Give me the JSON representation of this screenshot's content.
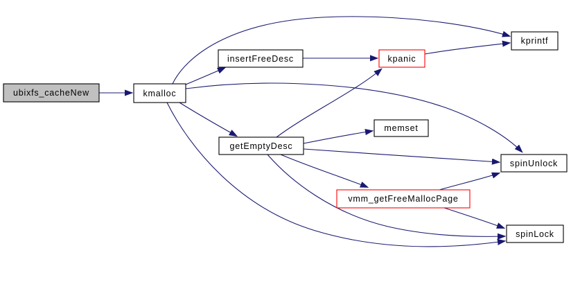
{
  "diagram": {
    "type": "call-graph",
    "colors": {
      "background": "#ffffff",
      "edge": "#191970",
      "node_border": "#000000",
      "node_fill": "#ffffff",
      "highlight_border": "#ff0000",
      "root_fill": "#c0c0c0",
      "text": "#000000"
    },
    "nodes": [
      {
        "id": "ubixfs_cacheNew",
        "label": "ubixfs_cacheNew",
        "role": "root"
      },
      {
        "id": "kmalloc",
        "label": "kmalloc",
        "role": "function"
      },
      {
        "id": "insertFreeDesc",
        "label": "insertFreeDesc",
        "role": "function"
      },
      {
        "id": "kpanic",
        "label": "kpanic",
        "role": "function-highlighted"
      },
      {
        "id": "kprintf",
        "label": "kprintf",
        "role": "function"
      },
      {
        "id": "getEmptyDesc",
        "label": "getEmptyDesc",
        "role": "function"
      },
      {
        "id": "memset",
        "label": "memset",
        "role": "function"
      },
      {
        "id": "spinUnlock",
        "label": "spinUnlock",
        "role": "function"
      },
      {
        "id": "vmm_getFreeMallocPage",
        "label": "vmm_getFreeMallocPage",
        "role": "function-highlighted"
      },
      {
        "id": "spinLock",
        "label": "spinLock",
        "role": "function"
      }
    ],
    "edges": [
      {
        "from": "ubixfs_cacheNew",
        "to": "kmalloc"
      },
      {
        "from": "kmalloc",
        "to": "kprintf"
      },
      {
        "from": "kmalloc",
        "to": "insertFreeDesc"
      },
      {
        "from": "kmalloc",
        "to": "getEmptyDesc"
      },
      {
        "from": "kmalloc",
        "to": "spinUnlock"
      },
      {
        "from": "kmalloc",
        "to": "spinLock"
      },
      {
        "from": "insertFreeDesc",
        "to": "kpanic"
      },
      {
        "from": "kpanic",
        "to": "kprintf"
      },
      {
        "from": "getEmptyDesc",
        "to": "kpanic"
      },
      {
        "from": "getEmptyDesc",
        "to": "memset"
      },
      {
        "from": "getEmptyDesc",
        "to": "spinUnlock"
      },
      {
        "from": "getEmptyDesc",
        "to": "vmm_getFreeMallocPage"
      },
      {
        "from": "getEmptyDesc",
        "to": "spinLock"
      },
      {
        "from": "vmm_getFreeMallocPage",
        "to": "spinUnlock"
      },
      {
        "from": "vmm_getFreeMallocPage",
        "to": "spinLock"
      }
    ]
  }
}
